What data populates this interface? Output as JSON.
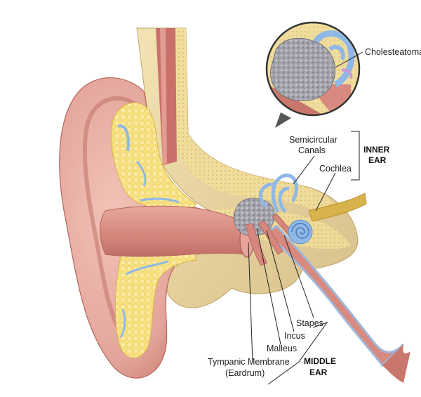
{
  "labels": {
    "cholesteatoma": "Cholesteatoma",
    "semicircular_1": "Semicircular",
    "semicircular_2": "Canals",
    "cochlea": "Cochlea",
    "stapes": "Stapes",
    "incus": "Incus",
    "malleus": "Malleus",
    "tympanic_1": "Tympanic Membrane",
    "tympanic_2": "(Eardrum)"
  },
  "groups": {
    "inner_1": "INNER",
    "inner_2": "EAR",
    "middle_1": "MIDDLE",
    "middle_2": "EAR"
  },
  "colors": {
    "skin": "#e3a59b",
    "skin_dark": "#c9776d",
    "cartilage": "#f6e08a",
    "bone": "#ecd9a5",
    "canal_pink": "#d98a80",
    "labyrinth_blue": "#8fb8e6",
    "tumor_gray": "#9a9aa3",
    "nerve": "#d8b24a"
  }
}
